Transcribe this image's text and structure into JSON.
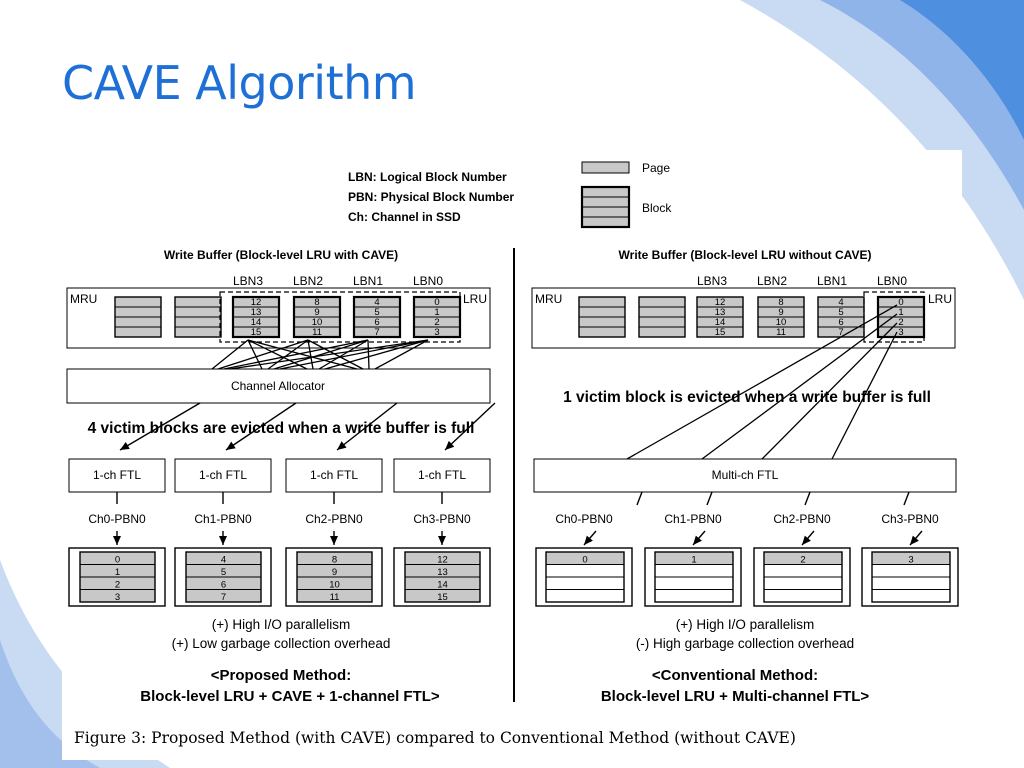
{
  "title": "CAVE Algorithm",
  "legend": {
    "definitions": [
      "LBN: Logical Block Number",
      "PBN: Physical Block Number",
      "Ch: Channel in SSD"
    ],
    "page_label": "Page",
    "block_label": "Block"
  },
  "common": {
    "mru": "MRU",
    "lru": "LRU",
    "lbn_labels": [
      "LBN3",
      "LBN2",
      "LBN1",
      "LBN0"
    ],
    "pbn_labels": [
      "Ch0-PBN0",
      "Ch1-PBN0",
      "Ch2-PBN0",
      "Ch3-PBN0"
    ]
  },
  "left": {
    "header": "Write Buffer (Block-level LRU with CAVE)",
    "lbn_pages": [
      [
        "12",
        "13",
        "14",
        "15"
      ],
      [
        "8",
        "9",
        "10",
        "11"
      ],
      [
        "4",
        "5",
        "6",
        "7"
      ],
      [
        "0",
        "1",
        "2",
        "3"
      ]
    ],
    "allocator": "Channel Allocator",
    "eviction_note": "4 victim blocks are evicted when a write buffer is full",
    "ftl_labels": [
      "1-ch FTL",
      "1-ch FTL",
      "1-ch FTL",
      "1-ch FTL"
    ],
    "physical_pages": [
      [
        "0",
        "1",
        "2",
        "3"
      ],
      [
        "4",
        "5",
        "6",
        "7"
      ],
      [
        "8",
        "9",
        "10",
        "11"
      ],
      [
        "12",
        "13",
        "14",
        "15"
      ]
    ],
    "pros": [
      "(+) High I/O parallelism",
      "(+) Low garbage collection overhead"
    ],
    "method_lines": [
      "<Proposed Method:",
      "Block-level LRU + CAVE + 1-channel FTL>"
    ]
  },
  "right": {
    "header": "Write Buffer (Block-level LRU without CAVE)",
    "lbn_pages": [
      [
        "12",
        "13",
        "14",
        "15"
      ],
      [
        "8",
        "9",
        "10",
        "11"
      ],
      [
        "4",
        "5",
        "6",
        "7"
      ],
      [
        "0",
        "1",
        "2",
        "3"
      ]
    ],
    "eviction_note": "1 victim block is evicted when a write buffer is full",
    "ftl_label": "Multi-ch FTL",
    "physical_pages": [
      [
        "0",
        "",
        "",
        ""
      ],
      [
        "1",
        "",
        "",
        ""
      ],
      [
        "2",
        "",
        "",
        ""
      ],
      [
        "3",
        "",
        "",
        ""
      ]
    ],
    "pros": [
      "(+) High I/O parallelism",
      "(-) High garbage collection overhead"
    ],
    "method_lines": [
      "<Conventional Method:",
      "Block-level LRU + Multi-channel FTL>"
    ]
  },
  "caption": "Figure 3: Proposed Method (with CAVE) compared to Conventional Method (without CAVE)"
}
